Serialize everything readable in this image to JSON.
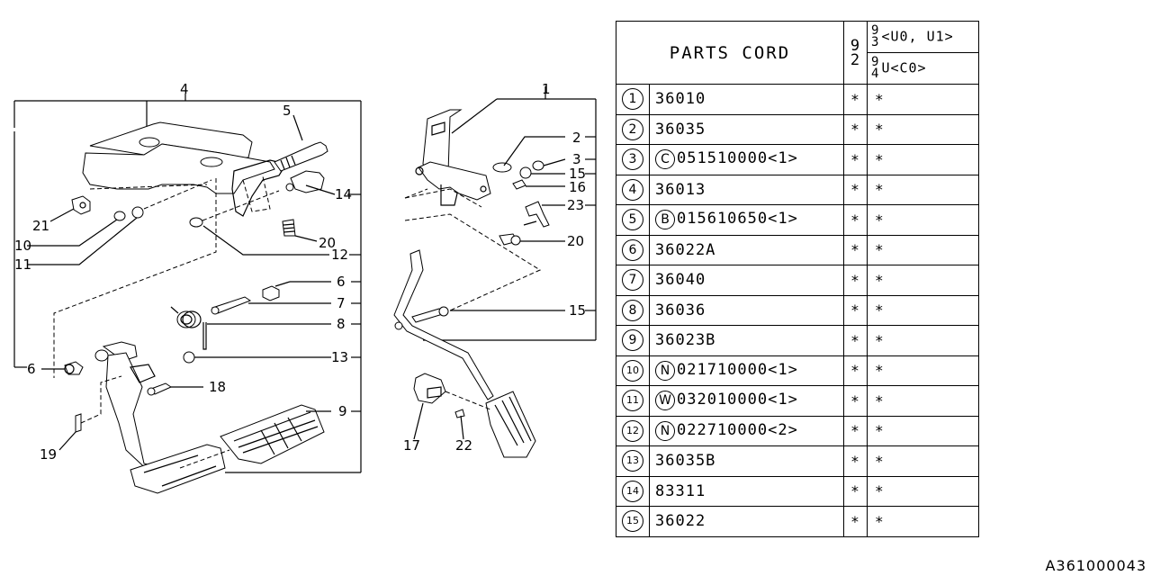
{
  "diagram": {
    "callouts_left": [
      "4",
      "5",
      "14",
      "21",
      "10",
      "11",
      "20",
      "12",
      "6",
      "7",
      "8",
      "6",
      "13",
      "18",
      "9",
      "19"
    ],
    "callouts_right": [
      "1",
      "2",
      "3",
      "15",
      "16",
      "23",
      "20",
      "15",
      "17",
      "22"
    ]
  },
  "table": {
    "header": {
      "title": "PARTS CORD",
      "col_a": [
        "9",
        "2"
      ],
      "col_b_top": {
        "frac": [
          "9",
          "3"
        ],
        "text": "<U0, U1>"
      },
      "col_b_bottom": {
        "frac": [
          "9",
          "4"
        ],
        "text": "U<C0>"
      }
    },
    "rows": [
      {
        "idx": "1",
        "prefix": "",
        "code": "36010",
        "a": "*",
        "b": "*"
      },
      {
        "idx": "2",
        "prefix": "",
        "code": "36035",
        "a": "*",
        "b": "*"
      },
      {
        "idx": "3",
        "prefix": "C",
        "code": "051510000<1>",
        "a": "*",
        "b": "*"
      },
      {
        "idx": "4",
        "prefix": "",
        "code": "36013",
        "a": "*",
        "b": "*"
      },
      {
        "idx": "5",
        "prefix": "B",
        "code": "015610650<1>",
        "a": "*",
        "b": "*"
      },
      {
        "idx": "6",
        "prefix": "",
        "code": "36022A",
        "a": "*",
        "b": "*"
      },
      {
        "idx": "7",
        "prefix": "",
        "code": "36040",
        "a": "*",
        "b": "*"
      },
      {
        "idx": "8",
        "prefix": "",
        "code": "36036",
        "a": "*",
        "b": "*"
      },
      {
        "idx": "9",
        "prefix": "",
        "code": "36023B",
        "a": "*",
        "b": "*"
      },
      {
        "idx": "10",
        "prefix": "N",
        "code": "021710000<1>",
        "a": "*",
        "b": "*"
      },
      {
        "idx": "11",
        "prefix": "W",
        "code": "032010000<1>",
        "a": "*",
        "b": "*"
      },
      {
        "idx": "12",
        "prefix": "N",
        "code": "022710000<2>",
        "a": "*",
        "b": "*"
      },
      {
        "idx": "13",
        "prefix": "",
        "code": "36035B",
        "a": "*",
        "b": "*"
      },
      {
        "idx": "14",
        "prefix": "",
        "code": "83311",
        "a": "*",
        "b": "*"
      },
      {
        "idx": "15",
        "prefix": "",
        "code": "36022",
        "a": "*",
        "b": "*"
      }
    ]
  },
  "footer_code": "A361000043"
}
